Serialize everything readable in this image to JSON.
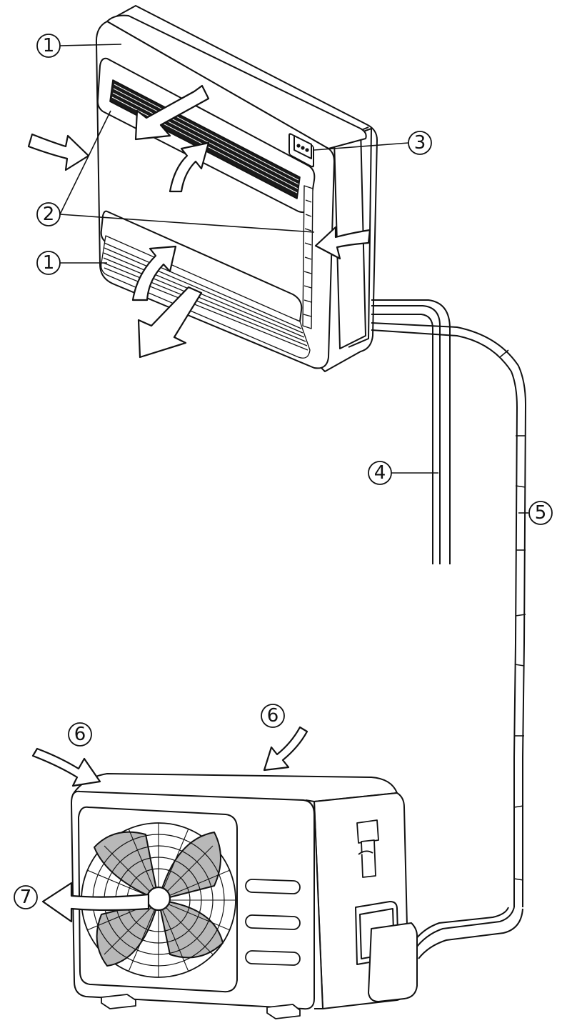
{
  "callouts": [
    {
      "id": "c1a",
      "text": "1"
    },
    {
      "id": "c2",
      "text": "2"
    },
    {
      "id": "c1b",
      "text": "1"
    },
    {
      "id": "c3",
      "text": "3"
    },
    {
      "id": "c4",
      "text": "4"
    },
    {
      "id": "c5",
      "text": "5"
    },
    {
      "id": "c6a",
      "text": "6"
    },
    {
      "id": "c6b",
      "text": "6"
    },
    {
      "id": "c7",
      "text": "7"
    }
  ],
  "colors": {
    "line": "#111111",
    "paper": "#ffffff",
    "grille": "#1a1a1a",
    "fan_blade": "#b8b8b8",
    "shade": "#dcdcdc"
  },
  "icons": [
    "arrow-icon",
    "fan-icon",
    "display-panel-icon"
  ]
}
